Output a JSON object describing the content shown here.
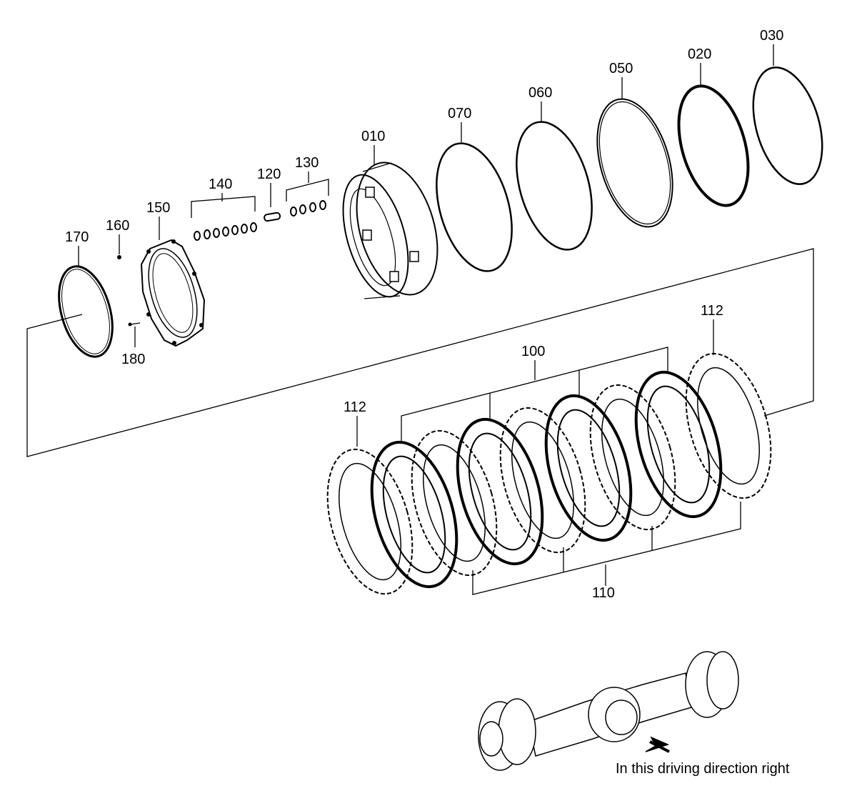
{
  "parts": [
    {
      "id": "p010",
      "label": "010",
      "kind": "piston"
    },
    {
      "id": "p020",
      "label": "020",
      "kind": "ring"
    },
    {
      "id": "p030",
      "label": "030",
      "kind": "ring"
    },
    {
      "id": "p050",
      "label": "050",
      "kind": "ring"
    },
    {
      "id": "p060",
      "label": "060",
      "kind": "ring"
    },
    {
      "id": "p070",
      "label": "070",
      "kind": "ring"
    },
    {
      "id": "p100",
      "label": "100",
      "kind": "inner-disc-set"
    },
    {
      "id": "p110",
      "label": "110",
      "kind": "outer-disc-set"
    },
    {
      "id": "p112a",
      "label": "112",
      "kind": "end-plate"
    },
    {
      "id": "p112b",
      "label": "112",
      "kind": "end-plate"
    },
    {
      "id": "p120",
      "label": "120",
      "kind": "pin"
    },
    {
      "id": "p130",
      "label": "130",
      "kind": "springs"
    },
    {
      "id": "p140",
      "label": "140",
      "kind": "springs"
    },
    {
      "id": "p150",
      "label": "150",
      "kind": "cover"
    },
    {
      "id": "p160",
      "label": "160",
      "kind": "ball"
    },
    {
      "id": "p170",
      "label": "170",
      "kind": "snap-ring"
    },
    {
      "id": "p180",
      "label": "180",
      "kind": "screw"
    }
  ],
  "caption": "In this driving direction right"
}
